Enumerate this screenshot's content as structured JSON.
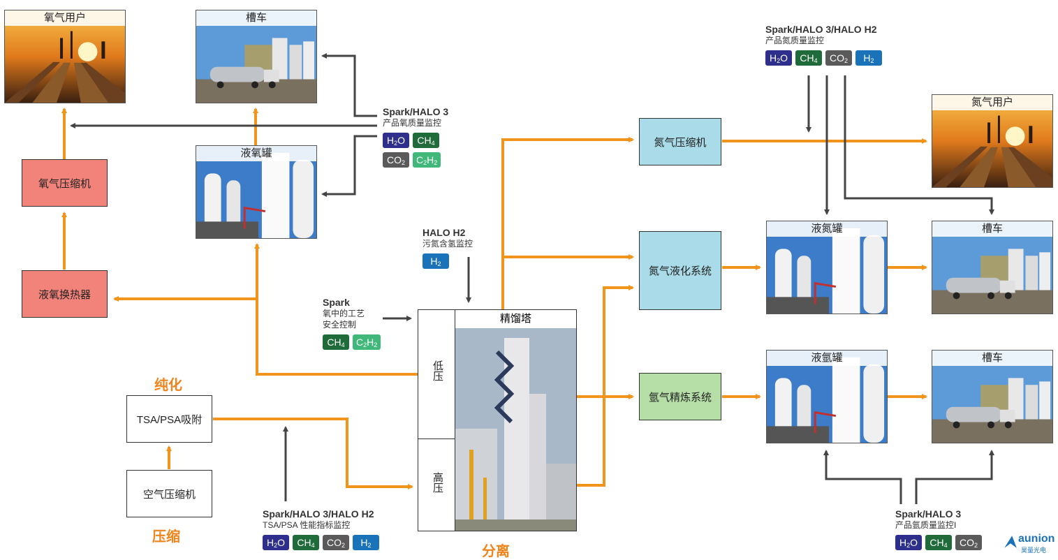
{
  "stages": {
    "purify": "纯化",
    "compress": "压缩",
    "separate": "分离"
  },
  "boxes": {
    "o2_compressor": "氧气压缩机",
    "lox_exchanger": "液氧换热器",
    "tsa_psa": "TSA/PSA吸附",
    "air_compressor": "空气压缩机",
    "n2_compressor": "氮气压缩机",
    "n2_liquefaction": "氮气液化系统",
    "ar_refining": "氩气精炼系统"
  },
  "photos": {
    "o2_user": "氧气用户",
    "tanker_top": "槽车",
    "lox_tank": "液氧罐",
    "n2_user": "氮气用户",
    "ln2_tank": "液氮罐",
    "tanker_mid": "槽车",
    "lar_tank": "液氩罐",
    "tanker_bot": "槽车",
    "column": "精馏塔"
  },
  "column_sections": {
    "low": "低压",
    "high": "高压"
  },
  "monitors": {
    "o2_product": {
      "title": "Spark/HALO 3",
      "subtitle": "产品氧质量监控"
    },
    "n2_product": {
      "title": "Spark/HALO 3/HALO H2",
      "subtitle": "产品氮质量监控"
    },
    "waste_n2": {
      "title": "HALO H2",
      "subtitle": "污氮含氢监控"
    },
    "spark_safety": {
      "title": "Spark",
      "line1": "氧中的工艺",
      "line2": "安全控制"
    },
    "tsa_perf": {
      "title": "Spark/HALO 3/HALO H2",
      "subtitle": "TSA/PSA 性能指标监控"
    },
    "ar_product": {
      "title": "Spark/HALO 3",
      "subtitle": "产品氩质量监控I"
    }
  },
  "badge_labels": {
    "h2o": "H",
    "ch4": "CH",
    "co2": "CO",
    "h2": "H",
    "c2h2": "C",
    "c2h2b": "H"
  },
  "logo": {
    "name": "aunion",
    "sub": "昊量光电"
  },
  "colors": {
    "flow": "#f0941c",
    "monitor": "#444444",
    "salmon": "#f1837a",
    "blue": "#a9dbe8",
    "green": "#b5dfa6"
  }
}
